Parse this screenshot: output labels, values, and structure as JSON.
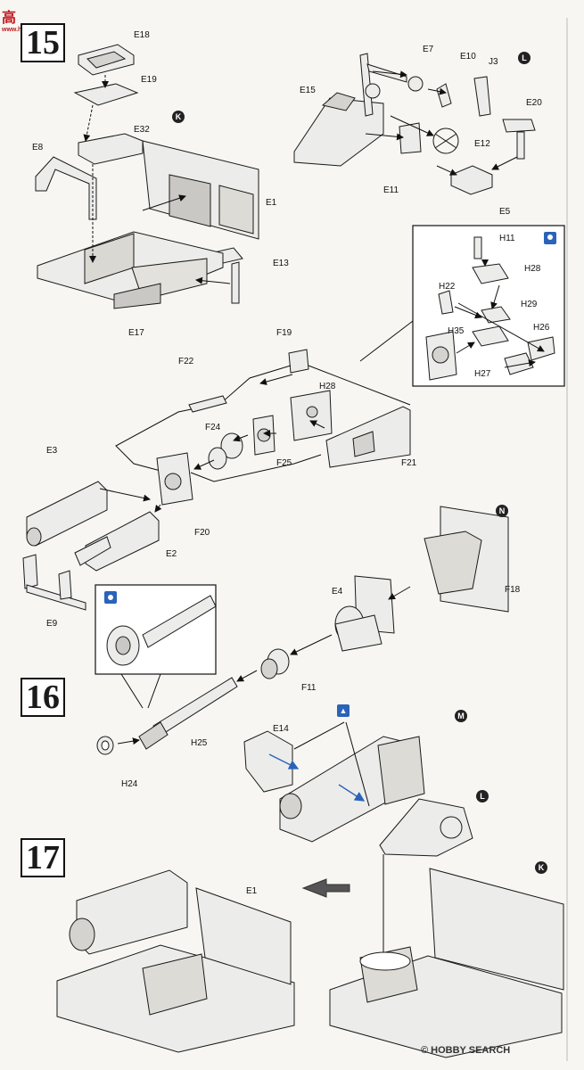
{
  "watermarks": {
    "top_left_logo": "高",
    "top_left_domain": "www.hobbyshop.net",
    "bottom_right_logo": "HOBBY SEARCH",
    "bottom_right_copyright": "©"
  },
  "steps": {
    "s15": "15",
    "s16": "16",
    "s17": "17"
  },
  "markers": {
    "K1": "K",
    "L1": "L",
    "N1": "N",
    "M1": "M",
    "L2": "L",
    "K2": "K"
  },
  "labels": {
    "E18": "E18",
    "E19": "E19",
    "E32": "E32",
    "E8": "E8",
    "E1a": "E1",
    "E13": "E13",
    "E17": "E17",
    "E7": "E7",
    "E10": "E10",
    "J3": "J3",
    "E15": "E15",
    "E20": "E20",
    "E12": "E12",
    "E11": "E11",
    "E5": "E5",
    "H11": "H11",
    "H28a": "H28",
    "H22": "H22",
    "H29": "H29",
    "H35": "H35",
    "H26": "H26",
    "H27": "H27",
    "F19": "F19",
    "F22": "F22",
    "H28b": "H28",
    "F24": "F24",
    "F25": "F25",
    "F21": "F21",
    "E3": "E3",
    "F20": "F20",
    "E2": "E2",
    "E9": "E9",
    "E4": "E4",
    "F18": "F18",
    "F11": "F11",
    "H25": "H25",
    "H24": "H24",
    "E14": "E14",
    "E1b": "E1"
  },
  "colors": {
    "line": "#1a1a1a",
    "part_fill": "#ececea",
    "part_shadow": "#c9c8c4",
    "accent_blue": "#2a63b8",
    "paper": "#f7f6f2"
  }
}
